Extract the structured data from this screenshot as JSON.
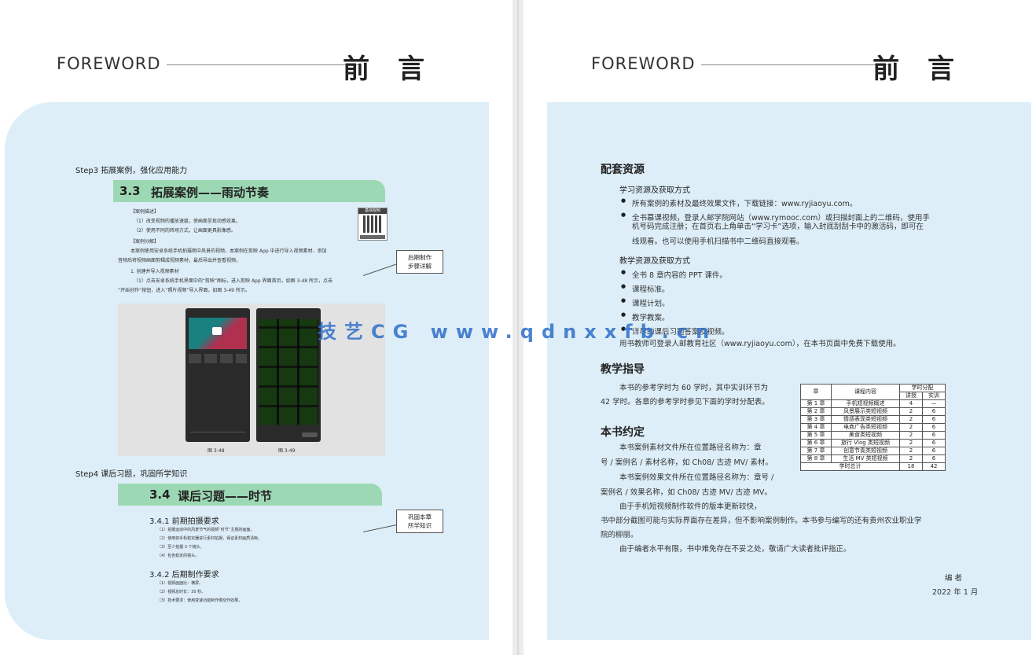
{
  "header": {
    "foreword": "FOREWORD",
    "qianyan": "前 言"
  },
  "left": {
    "step3": "Step3   拓展案例，强化应用能力",
    "sec33": {
      "num": "3.3",
      "title": "拓展案例——雨动节奏"
    },
    "qr_label": "基础视频",
    "callout1": [
      "后期制作",
      "步骤详解"
    ],
    "lines": [
      "【案例描述】",
      "（1）改变视频的播放速度，使画面呈现动感效果。",
      "（2）使用不同的转场方式，让画面更具影像感。",
      "【案例分解】",
      "本案例使用安卓系统手机拍摄雨中风景的视频，本案例在剪映 App 中进行导入视频素材、添加",
      "音频后将视频画面剪辑成视频素材，最后导出并查看视频。",
      "1. 创建并导入视频素材",
      "（1）点击安卓系统手机界面中的“剪映”图标，进入剪映 App 界面首页，如图 3-48 所示，点击",
      "“开始创作”按钮，进入“照片视频”导入界面，如图 3-49 所示。"
    ],
    "fig48": "图 3-48",
    "fig49": "图 3-49",
    "step4": "Step4   课后习题，巩固所学知识",
    "sec34": {
      "num": "3.4",
      "title": "课后习题——时节"
    },
    "callout2": [
      "巩固本章",
      "所学知识"
    ],
    "s341": "3.4.1   前期拍摄要求",
    "s341_items": [
      "（1）拍摄运动中的风景节气的视频“时节”主题的画面。",
      "（2）使用如手机稳定器进行素材拍摄，保证素材画质清晰。",
      "（3）至少拍摄 3 个镜头。",
      "（4）包含稳定的镜头。"
    ],
    "s342": "3.4.2   后期制作要求",
    "s342_items": [
      "（1）视频画面比：横屏。",
      "（2）视频总时长：30 秒。",
      "（3）技术要求：使用变速功能制作慢动作效果。"
    ]
  },
  "right": {
    "h_resources": "配套资源",
    "sub_learn": "学习资源及获取方式",
    "learn_items": [
      "所有案例的素材及最终效果文件，下载链接：www.ryjiaoyu.com。",
      "全书慕课视频，登录人邮学院网站（www.rymooc.com）或扫描封面上的二维码，使用手",
      "机号码完成注册；在首页右上角单击“学习卡”选项，输入封底刮刮卡中的激活码，即可在",
      "线观看。也可以使用手机扫描书中二维码直接观看。"
    ],
    "sub_teach": "教学资源及获取方式",
    "teach_items": [
      "全书 8 章内容的 PPT 课件。",
      "课程标准。",
      "课程计划。",
      "教学教案。",
      "详尽的课后习题答案及视频。"
    ],
    "teach_note": "用书教师可登录人邮教育社区（www.ryjiaoyu.com），在本书页面中免费下载使用。",
    "h_guide": "教学指导",
    "guide_p": [
      "本书的参考学时为 60 学时，其中实训环节为",
      "42 学时。各章的参考学时参见下面的学时分配表。"
    ],
    "h_convention": "本书约定",
    "conv_p": [
      "本书案例素材文件所在位置路径名称为：章",
      "号 / 案例名 / 素材名称，如 Ch08/ 古迹 MV/ 素材。",
      "本书案例效果文件所在位置路径名称为：章号 /",
      "案例名 / 效果名称，如 Ch08/ 古迹 MV/ 古迹 MV。",
      "由于手机短视频制作软件的版本更新较快，",
      "书中部分截图可能与实际界面存在差异，但不影响案例制作。本书参与编写的还有贵州农业职业学",
      "院的柳丽。",
      "由于编者水平有限，书中难免存在不妥之处，敬请广大读者批评指正。"
    ],
    "sign_name": "编   者",
    "sign_date": "2022 年 1 月",
    "table": {
      "h_chapter": "章",
      "h_content": "课程内容",
      "h_alloc": "学时分配",
      "h_lecture": "讲授",
      "h_practice": "实训",
      "rows": [
        [
          "第 1 章",
          "手机短视频概述",
          "4",
          "—"
        ],
        [
          "第 2 章",
          "风景展示类短视频",
          "2",
          "6"
        ],
        [
          "第 3 章",
          "情感表现类短视频",
          "2",
          "6"
        ],
        [
          "第 4 章",
          "电商广告类短视频",
          "2",
          "6"
        ],
        [
          "第 5 章",
          "美食类短视频",
          "2",
          "6"
        ],
        [
          "第 6 章",
          "旅行 Vlog 类短视频",
          "2",
          "6"
        ],
        [
          "第 7 章",
          "创意节奏类短视频",
          "2",
          "6"
        ],
        [
          "第 8 章",
          "生活 MV 类短视频",
          "2",
          "6"
        ]
      ],
      "total_label": "学时总计",
      "total_lecture": "18",
      "total_practice": "42"
    }
  },
  "watermark": "技艺CG  www.qdnxxfb.cn",
  "colors": {
    "panel": "#ddeef8",
    "section_bar": "#9dd8b4",
    "watermark": "#2f6fc9"
  }
}
